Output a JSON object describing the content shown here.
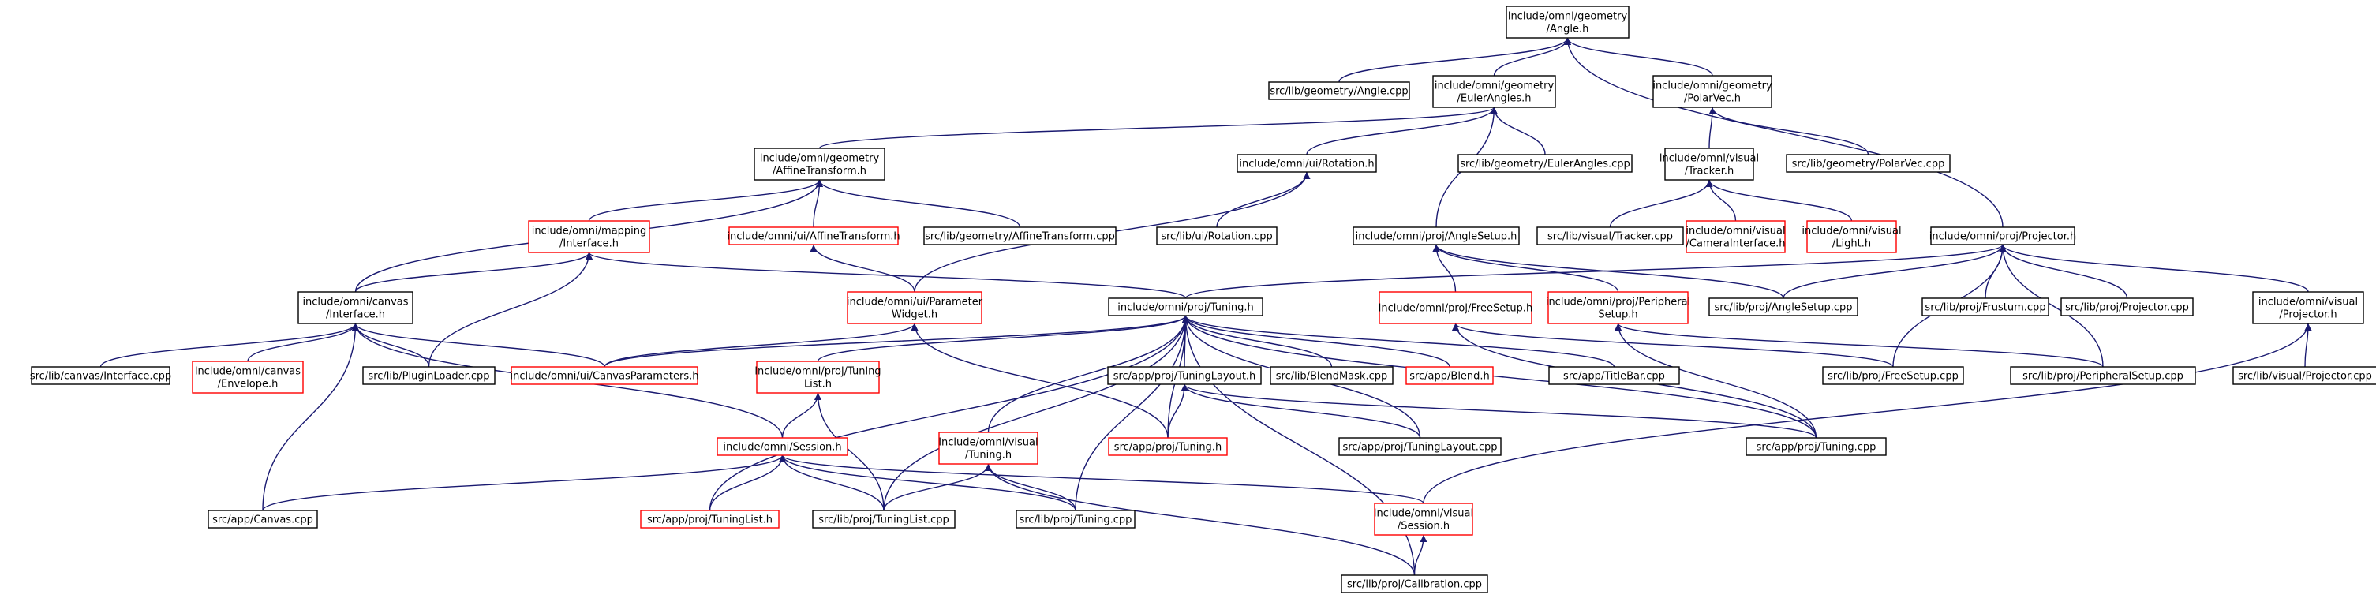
{
  "colors": {
    "edge": "#191970",
    "border_normal": "#000000",
    "border_incomplete": "#ff0000",
    "root_fill": "#bfbfbf",
    "node_fill": "#ffffff"
  },
  "nodes": [
    {
      "id": "angle_h",
      "lines": [
        "include/omni/geometry",
        "/Angle.h"
      ],
      "style": "root"
    },
    {
      "id": "angle_cpp",
      "lines": [
        "src/lib/geometry/Angle.cpp"
      ],
      "style": "normal"
    },
    {
      "id": "euler_h",
      "lines": [
        "include/omni/geometry",
        "/EulerAngles.h"
      ],
      "style": "normal"
    },
    {
      "id": "polarvec_h",
      "lines": [
        "include/omni/geometry",
        "/PolarVec.h"
      ],
      "style": "normal"
    },
    {
      "id": "affine_h",
      "lines": [
        "include/omni/geometry",
        "/AffineTransform.h"
      ],
      "style": "normal"
    },
    {
      "id": "ui_rotation_h",
      "lines": [
        "include/omni/ui/Rotation.h"
      ],
      "style": "normal"
    },
    {
      "id": "euler_cpp",
      "lines": [
        "src/lib/geometry/EulerAngles.cpp"
      ],
      "style": "normal"
    },
    {
      "id": "tracker_h",
      "lines": [
        "include/omni/visual",
        "/Tracker.h"
      ],
      "style": "normal"
    },
    {
      "id": "polarvec_cpp",
      "lines": [
        "src/lib/geometry/PolarVec.cpp"
      ],
      "style": "normal"
    },
    {
      "id": "mapping_iface_h",
      "lines": [
        "include/omni/mapping",
        "/Interface.h"
      ],
      "style": "incomplete"
    },
    {
      "id": "ui_affine_h",
      "lines": [
        "include/omni/ui/AffineTransform.h"
      ],
      "style": "incomplete"
    },
    {
      "id": "affine_cpp",
      "lines": [
        "src/lib/geometry/AffineTransform.cpp"
      ],
      "style": "normal"
    },
    {
      "id": "ui_rotation_cpp",
      "lines": [
        "src/lib/ui/Rotation.cpp"
      ],
      "style": "normal"
    },
    {
      "id": "anglesetup_h",
      "lines": [
        "include/omni/proj/AngleSetup.h"
      ],
      "style": "normal"
    },
    {
      "id": "tracker_cpp",
      "lines": [
        "src/lib/visual/Tracker.cpp"
      ],
      "style": "normal"
    },
    {
      "id": "camera_iface_h",
      "lines": [
        "include/omni/visual",
        "/CameraInterface.h"
      ],
      "style": "incomplete"
    },
    {
      "id": "light_h",
      "lines": [
        "include/omni/visual",
        "/Light.h"
      ],
      "style": "incomplete"
    },
    {
      "id": "projector_h",
      "lines": [
        "include/omni/proj/Projector.h"
      ],
      "style": "normal"
    },
    {
      "id": "canvas_iface_h",
      "lines": [
        "include/omni/canvas",
        "/Interface.h"
      ],
      "style": "normal"
    },
    {
      "id": "param_widget_h",
      "lines": [
        "include/omni/ui/Parameter",
        "Widget.h"
      ],
      "style": "incomplete"
    },
    {
      "id": "tuning_h",
      "lines": [
        "include/omni/proj/Tuning.h"
      ],
      "style": "normal"
    },
    {
      "id": "freesetup_h",
      "lines": [
        "include/omni/proj/FreeSetup.h"
      ],
      "style": "incomplete"
    },
    {
      "id": "peripheral_h",
      "lines": [
        "include/omni/proj/Peripheral",
        "Setup.h"
      ],
      "style": "incomplete"
    },
    {
      "id": "anglesetup_cpp",
      "lines": [
        "src/lib/proj/AngleSetup.cpp"
      ],
      "style": "normal"
    },
    {
      "id": "frustum_cpp",
      "lines": [
        "src/lib/proj/Frustum.cpp"
      ],
      "style": "normal"
    },
    {
      "id": "projector_cpp",
      "lines": [
        "src/lib/proj/Projector.cpp"
      ],
      "style": "normal"
    },
    {
      "id": "vis_projector_h",
      "lines": [
        "include/omni/visual",
        "/Projector.h"
      ],
      "style": "normal"
    },
    {
      "id": "canvas_iface_cpp",
      "lines": [
        "src/lib/canvas/Interface.cpp"
      ],
      "style": "normal"
    },
    {
      "id": "envelope_h",
      "lines": [
        "include/omni/canvas",
        "/Envelope.h"
      ],
      "style": "incomplete"
    },
    {
      "id": "pluginloader_cpp",
      "lines": [
        "src/lib/PluginLoader.cpp"
      ],
      "style": "normal"
    },
    {
      "id": "canvasparams_h",
      "lines": [
        "include/omni/ui/CanvasParameters.h"
      ],
      "style": "incomplete"
    },
    {
      "id": "tuninglist_h",
      "lines": [
        "include/omni/proj/Tuning",
        "List.h"
      ],
      "style": "incomplete"
    },
    {
      "id": "app_tuninglayout_h",
      "lines": [
        "src/app/proj/TuningLayout.h"
      ],
      "style": "normal"
    },
    {
      "id": "blendmask_cpp",
      "lines": [
        "src/lib/BlendMask.cpp"
      ],
      "style": "normal"
    },
    {
      "id": "blend_h",
      "lines": [
        "src/app/Blend.h"
      ],
      "style": "incomplete"
    },
    {
      "id": "titlebar_cpp",
      "lines": [
        "src/app/TitleBar.cpp"
      ],
      "style": "normal"
    },
    {
      "id": "freesetup_cpp",
      "lines": [
        "src/lib/proj/FreeSetup.cpp"
      ],
      "style": "normal"
    },
    {
      "id": "peripheral_cpp",
      "lines": [
        "src/lib/proj/PeripheralSetup.cpp"
      ],
      "style": "normal"
    },
    {
      "id": "vis_projector_cpp",
      "lines": [
        "src/lib/visual/Projector.cpp"
      ],
      "style": "normal"
    },
    {
      "id": "session_h",
      "lines": [
        "include/omni/Session.h"
      ],
      "style": "incomplete"
    },
    {
      "id": "vis_tuning_h",
      "lines": [
        "include/omni/visual",
        "/Tuning.h"
      ],
      "style": "incomplete"
    },
    {
      "id": "app_tuning_h",
      "lines": [
        "src/app/proj/Tuning.h"
      ],
      "style": "incomplete"
    },
    {
      "id": "app_tuninglayout_cpp",
      "lines": [
        "src/app/proj/TuningLayout.cpp"
      ],
      "style": "normal"
    },
    {
      "id": "app_tuning_cpp",
      "lines": [
        "src/app/proj/Tuning.cpp"
      ],
      "style": "normal"
    },
    {
      "id": "canvas_cpp",
      "lines": [
        "src/app/Canvas.cpp"
      ],
      "style": "normal"
    },
    {
      "id": "app_tuninglist_h",
      "lines": [
        "src/app/proj/TuningList.h"
      ],
      "style": "incomplete"
    },
    {
      "id": "lib_tuninglist_cpp",
      "lines": [
        "src/lib/proj/TuningList.cpp"
      ],
      "style": "normal"
    },
    {
      "id": "lib_tuning_cpp",
      "lines": [
        "src/lib/proj/Tuning.cpp"
      ],
      "style": "normal"
    },
    {
      "id": "vis_session_h",
      "lines": [
        "include/omni/visual",
        "/Session.h"
      ],
      "style": "incomplete"
    },
    {
      "id": "calibration_cpp",
      "lines": [
        "src/lib/proj/Calibration.cpp"
      ],
      "style": "normal"
    }
  ],
  "edges": [
    [
      "angle_cpp",
      "angle_h"
    ],
    [
      "euler_h",
      "angle_h"
    ],
    [
      "polarvec_h",
      "angle_h"
    ],
    [
      "projector_h",
      "angle_h"
    ],
    [
      "affine_h",
      "euler_h"
    ],
    [
      "ui_rotation_h",
      "euler_h"
    ],
    [
      "euler_cpp",
      "euler_h"
    ],
    [
      "anglesetup_h",
      "euler_h"
    ],
    [
      "tracker_h",
      "polarvec_h"
    ],
    [
      "polarvec_cpp",
      "polarvec_h"
    ],
    [
      "canvas_iface_h",
      "affine_h"
    ],
    [
      "mapping_iface_h",
      "affine_h"
    ],
    [
      "ui_affine_h",
      "affine_h"
    ],
    [
      "affine_cpp",
      "affine_h"
    ],
    [
      "ui_rotation_cpp",
      "ui_rotation_h"
    ],
    [
      "param_widget_h",
      "ui_rotation_h"
    ],
    [
      "tracker_cpp",
      "tracker_h"
    ],
    [
      "camera_iface_h",
      "tracker_h"
    ],
    [
      "light_h",
      "tracker_h"
    ],
    [
      "canvas_iface_h",
      "mapping_iface_h"
    ],
    [
      "tuning_h",
      "mapping_iface_h"
    ],
    [
      "pluginloader_cpp",
      "mapping_iface_h"
    ],
    [
      "param_widget_h",
      "ui_affine_h"
    ],
    [
      "freesetup_h",
      "anglesetup_h"
    ],
    [
      "peripheral_h",
      "anglesetup_h"
    ],
    [
      "anglesetup_cpp",
      "anglesetup_h"
    ],
    [
      "tuning_h",
      "projector_h"
    ],
    [
      "anglesetup_cpp",
      "projector_h"
    ],
    [
      "frustum_cpp",
      "projector_h"
    ],
    [
      "projector_cpp",
      "projector_h"
    ],
    [
      "vis_projector_h",
      "projector_h"
    ],
    [
      "freesetup_cpp",
      "projector_h"
    ],
    [
      "peripheral_cpp",
      "projector_h"
    ],
    [
      "canvas_iface_cpp",
      "canvas_iface_h"
    ],
    [
      "envelope_h",
      "canvas_iface_h"
    ],
    [
      "pluginloader_cpp",
      "canvas_iface_h"
    ],
    [
      "canvasparams_h",
      "canvas_iface_h"
    ],
    [
      "session_h",
      "canvas_iface_h"
    ],
    [
      "canvas_cpp",
      "canvas_iface_h"
    ],
    [
      "canvasparams_h",
      "param_widget_h"
    ],
    [
      "app_tuning_h",
      "param_widget_h"
    ],
    [
      "canvasparams_h",
      "tuning_h"
    ],
    [
      "tuninglist_h",
      "tuning_h"
    ],
    [
      "app_tuninglayout_h",
      "tuning_h"
    ],
    [
      "blendmask_cpp",
      "tuning_h"
    ],
    [
      "blend_h",
      "tuning_h"
    ],
    [
      "titlebar_cpp",
      "tuning_h"
    ],
    [
      "app_tuning_cpp",
      "tuning_h"
    ],
    [
      "vis_tuning_h",
      "tuning_h"
    ],
    [
      "app_tuning_h",
      "tuning_h"
    ],
    [
      "app_tuninglayout_cpp",
      "tuning_h"
    ],
    [
      "app_tuninglist_h",
      "tuning_h"
    ],
    [
      "lib_tuninglist_cpp",
      "tuning_h"
    ],
    [
      "lib_tuning_cpp",
      "tuning_h"
    ],
    [
      "calibration_cpp",
      "tuning_h"
    ],
    [
      "freesetup_cpp",
      "freesetup_h"
    ],
    [
      "app_tuning_cpp",
      "freesetup_h"
    ],
    [
      "peripheral_cpp",
      "peripheral_h"
    ],
    [
      "app_tuning_cpp",
      "peripheral_h"
    ],
    [
      "vis_projector_cpp",
      "vis_projector_h"
    ],
    [
      "vis_session_h",
      "vis_projector_h"
    ],
    [
      "session_h",
      "tuninglist_h"
    ],
    [
      "lib_tuninglist_cpp",
      "tuninglist_h"
    ],
    [
      "app_tuning_h",
      "app_tuninglayout_h"
    ],
    [
      "app_tuninglayout_cpp",
      "app_tuninglayout_h"
    ],
    [
      "app_tuning_cpp",
      "app_tuninglayout_h"
    ],
    [
      "canvas_cpp",
      "session_h"
    ],
    [
      "app_tuninglist_h",
      "session_h"
    ],
    [
      "lib_tuninglist_cpp",
      "session_h"
    ],
    [
      "lib_tuning_cpp",
      "session_h"
    ],
    [
      "vis_session_h",
      "session_h"
    ],
    [
      "lib_tuninglist_cpp",
      "vis_tuning_h"
    ],
    [
      "lib_tuning_cpp",
      "vis_tuning_h"
    ],
    [
      "calibration_cpp",
      "vis_tuning_h"
    ],
    [
      "calibration_cpp",
      "vis_session_h"
    ]
  ]
}
